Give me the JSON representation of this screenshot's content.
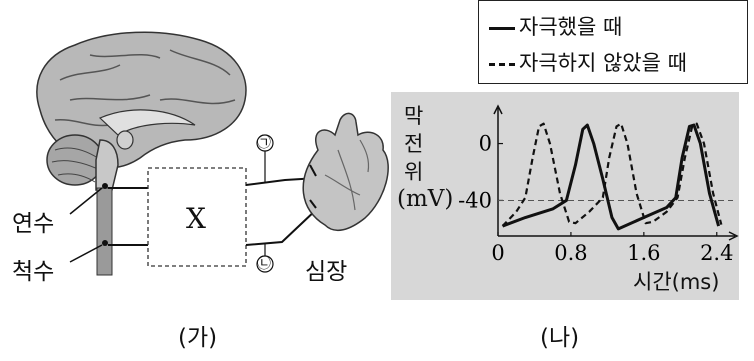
{
  "left_panel": {
    "caption": "(가)",
    "labels": {
      "medulla": "연수",
      "spinal_cord": "척수",
      "box": "X",
      "heart": "심장",
      "nerve_a": "㉠",
      "nerve_b": "㉡"
    }
  },
  "right_panel": {
    "caption": "(나)",
    "legend": {
      "stimulated": "자극했을 때",
      "not_stimulated": "자극하지 않았을 때"
    },
    "y_label_top": "막",
    "y_label_mid": "전",
    "y_label_bottom": "위",
    "y_unit": "mV",
    "x_label": "시간(ms)"
  },
  "chart_data": {
    "type": "line",
    "xlabel": "시간(ms)",
    "ylabel": "막전위(mV)",
    "x_ticks": [
      "0",
      "0.8",
      "1.6",
      "2.4"
    ],
    "y_ticks": [
      "0",
      "-40"
    ],
    "threshold_mV": -40,
    "series": [
      {
        "name": "자극했을 때",
        "style": "solid",
        "points": [
          [
            0.05,
            -58
          ],
          [
            0.3,
            -52
          ],
          [
            0.6,
            -46
          ],
          [
            0.75,
            -40
          ],
          [
            0.85,
            -15
          ],
          [
            0.93,
            10
          ],
          [
            0.98,
            13
          ],
          [
            1.05,
            0
          ],
          [
            1.15,
            -25
          ],
          [
            1.25,
            -52
          ],
          [
            1.32,
            -60
          ],
          [
            1.6,
            -52
          ],
          [
            1.85,
            -45
          ],
          [
            1.95,
            -38
          ],
          [
            2.02,
            -10
          ],
          [
            2.1,
            12
          ],
          [
            2.15,
            13
          ],
          [
            2.22,
            0
          ],
          [
            2.32,
            -35
          ],
          [
            2.42,
            -58
          ]
        ]
      },
      {
        "name": "자극하지 않았을 때",
        "style": "dashed",
        "points": [
          [
            0.05,
            -58
          ],
          [
            0.2,
            -48
          ],
          [
            0.3,
            -38
          ],
          [
            0.38,
            -10
          ],
          [
            0.45,
            12
          ],
          [
            0.5,
            14
          ],
          [
            0.57,
            0
          ],
          [
            0.68,
            -35
          ],
          [
            0.78,
            -55
          ],
          [
            0.85,
            -56
          ],
          [
            1.0,
            -48
          ],
          [
            1.15,
            -38
          ],
          [
            1.22,
            -10
          ],
          [
            1.3,
            12
          ],
          [
            1.35,
            14
          ],
          [
            1.42,
            0
          ],
          [
            1.52,
            -35
          ],
          [
            1.62,
            -56
          ],
          [
            1.7,
            -55
          ],
          [
            1.85,
            -48
          ],
          [
            1.97,
            -38
          ],
          [
            2.05,
            -10
          ],
          [
            2.13,
            12
          ],
          [
            2.18,
            14
          ],
          [
            2.26,
            0
          ],
          [
            2.36,
            -35
          ],
          [
            2.45,
            -57
          ]
        ]
      }
    ],
    "xlim": [
      0,
      2.6
    ],
    "ylim": [
      -65,
      25
    ],
    "grid": false,
    "legend_position": "top-right"
  }
}
